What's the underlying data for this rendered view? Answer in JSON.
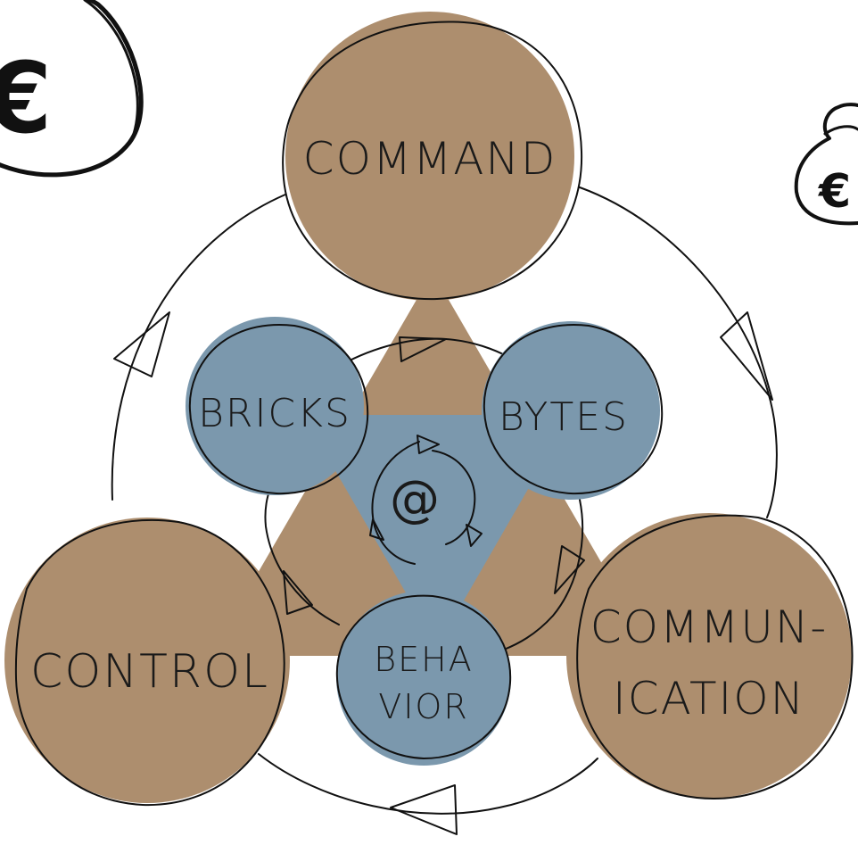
{
  "outer_nodes": {
    "top": "COMMAND",
    "left": "CONTROL",
    "right_line1": "COMMUN-",
    "right_line2": "ICATION"
  },
  "inner_nodes": {
    "left": "BRICKS",
    "right": "BYTES",
    "bottom_line1": "BEHA",
    "bottom_line2": "VIOR"
  },
  "center_symbol": "@",
  "icons": [
    "euro-coin-icon",
    "euro-money-bag-icon",
    "clockwise-cycle-arrows"
  ],
  "colors": {
    "outer_fill": "#ad8e6e",
    "inner_fill": "#7b98ad",
    "ink": "#111111",
    "background": "#ffffff"
  }
}
